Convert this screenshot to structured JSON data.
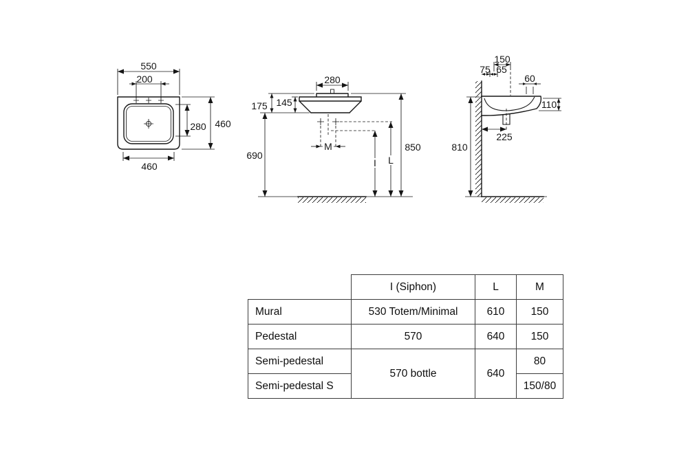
{
  "colors": {
    "line": "#161616",
    "background": "#ffffff"
  },
  "views": {
    "plan": {
      "width_top": "550",
      "tap_spacing": "200",
      "bowl_depth": "280",
      "depth": "460",
      "width_front": "460"
    },
    "front": {
      "deck_width": "280",
      "height_total_body": "175",
      "height_rim_body": "145",
      "floor_to_bottom": "690",
      "floor_to_top": "850",
      "m_label": "M",
      "i_label": "I",
      "l_label": "L"
    },
    "side": {
      "wall_to_tap": "150",
      "d75": "75",
      "d65": "65",
      "d60": "60",
      "front_height": "110",
      "wall_to_drain": "225",
      "floor_to_rim": "810"
    }
  },
  "table": {
    "col_headers": {
      "siphon": "I (Siphon)",
      "l": "L",
      "m": "M"
    },
    "rows": [
      {
        "label": "Mural",
        "siphon": "530 Totem/Minimal",
        "l": "610",
        "m": "150"
      },
      {
        "label": "Pedestal",
        "siphon": "570",
        "l": "640",
        "m": "150"
      },
      {
        "label": "Semi-pedestal",
        "siphon": "570 bottle",
        "l": "640",
        "m": "80"
      },
      {
        "label": "Semi-pedestal S",
        "m": "150/80"
      }
    ]
  }
}
